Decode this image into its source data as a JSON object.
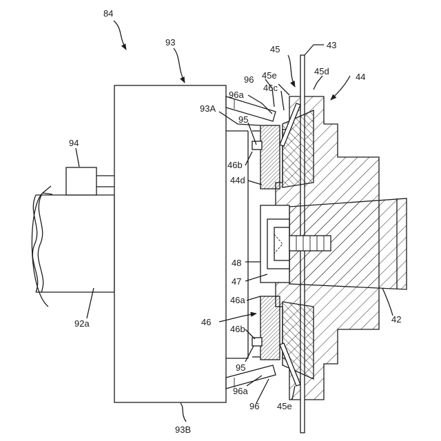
{
  "labels": {
    "l84": "84",
    "l93": "93",
    "l45": "45",
    "l43": "43",
    "l44": "44",
    "l45d": "45d",
    "l96_top": "96",
    "l45e_top": "45e",
    "l46c": "46c",
    "l96a_top": "96a",
    "l93A": "93A",
    "l95_top": "95",
    "l94": "94",
    "l46b_top": "46b",
    "l44d": "44d",
    "l48": "48",
    "l47": "47",
    "l46a": "46a",
    "l46": "46",
    "l46b_bot": "46b",
    "l95_bot": "95",
    "l96a_bot": "96a",
    "l96_bot": "96",
    "l45e_bot": "45e",
    "l92a": "92a",
    "l42": "42",
    "l93B": "93B"
  }
}
